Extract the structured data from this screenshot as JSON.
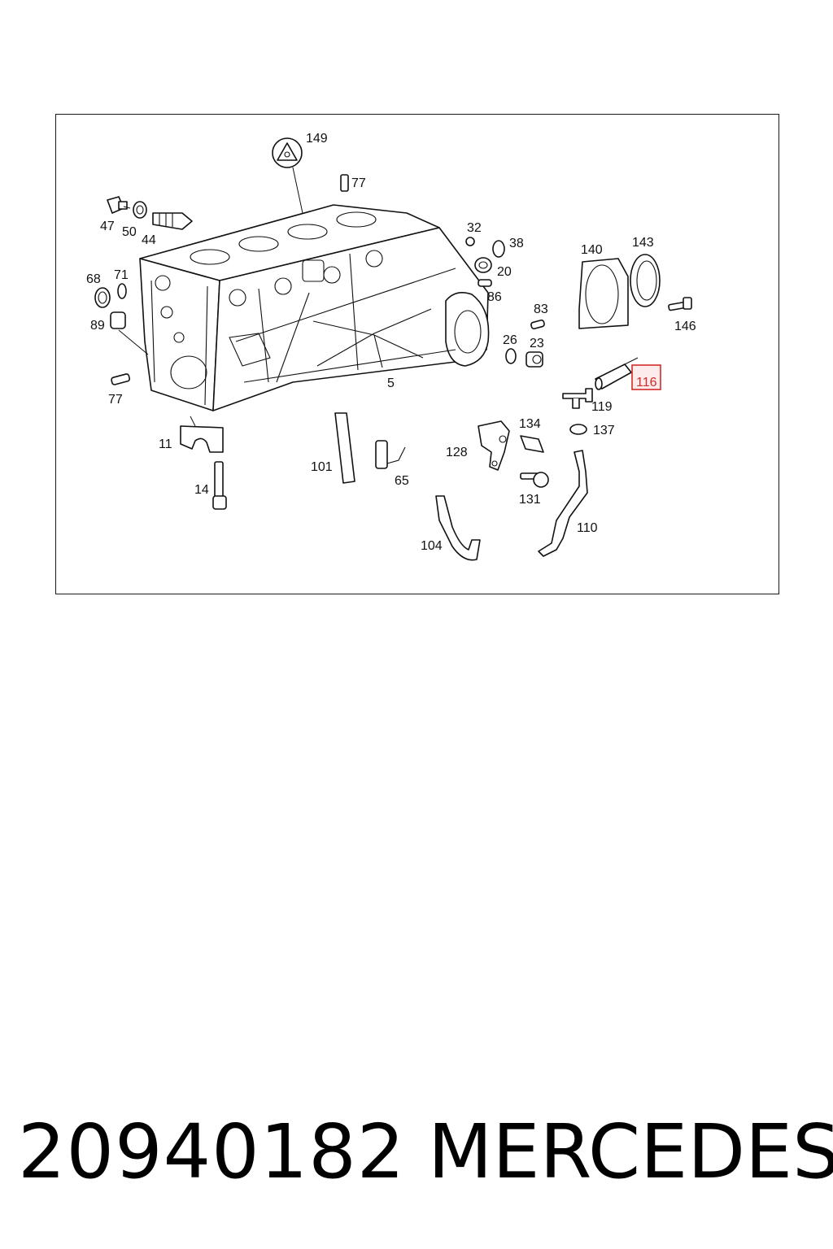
{
  "diagram": {
    "callouts": {
      "c149": "149",
      "c77a": "77",
      "c47": "47",
      "c50": "50",
      "c44": "44",
      "c68": "68",
      "c71": "71",
      "c89": "89",
      "c77b": "77",
      "c5": "5",
      "c32": "32",
      "c38": "38",
      "c20": "20",
      "c86": "86",
      "c83": "83",
      "c26": "26",
      "c23": "23",
      "c140": "140",
      "c143": "143",
      "c146": "146",
      "c116": "116",
      "c119": "119",
      "c137": "137",
      "c134": "134",
      "c128": "128",
      "c131": "131",
      "c11": "11",
      "c14": "14",
      "c101": "101",
      "c65": "65",
      "c104": "104",
      "c110": "110"
    },
    "highlighted_callout": "116",
    "highlight_color": "#d42a2a"
  },
  "footer": {
    "part_number": "20940182",
    "brand": "MERCEDES"
  }
}
